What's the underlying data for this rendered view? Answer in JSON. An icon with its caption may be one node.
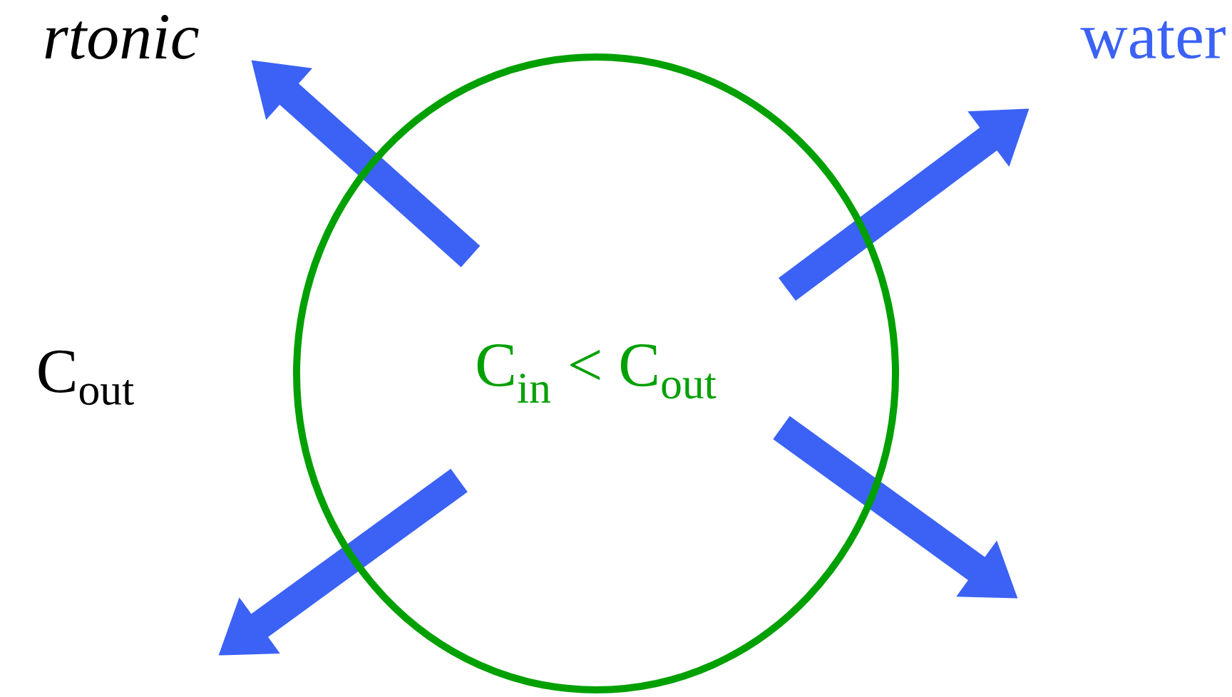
{
  "diagram": {
    "nodes": [
      {
        "text": [
          "C$_{in}$ < C$_{out}$"
        ]
      }
    ],
    "labels": [
      "rtonic",
      "water",
      "C$_{out}$"
    ]
  }
}
